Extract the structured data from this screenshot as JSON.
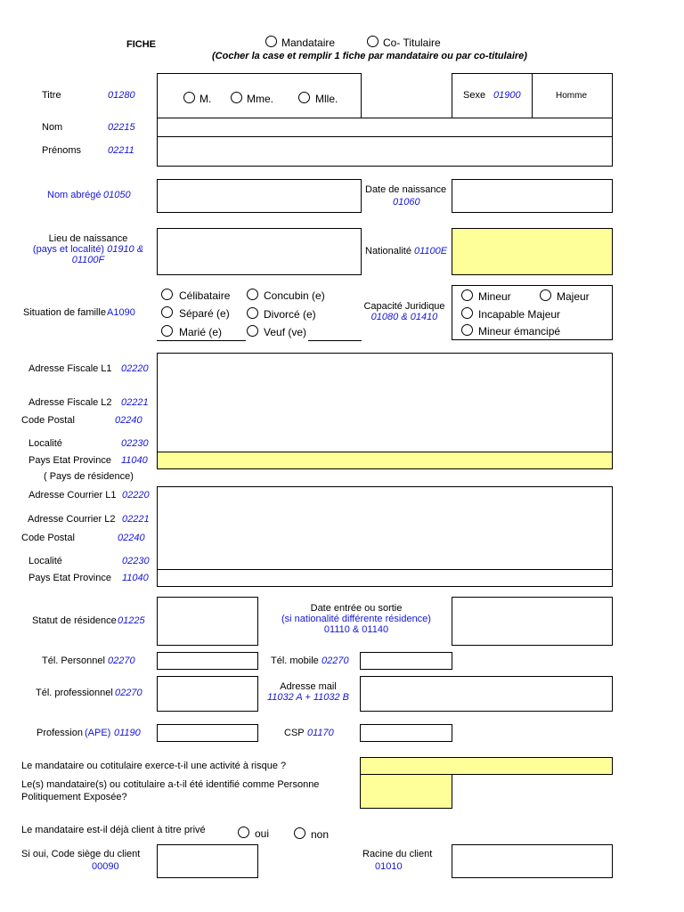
{
  "header": {
    "fiche": "FICHE",
    "opt_mandataire": "Mandataire",
    "opt_cotitulaire": "Co- Titulaire",
    "instruction": "(Cocher la case et remplir 1 fiche par mandataire ou par co-titulaire)"
  },
  "titre": {
    "label": "Titre",
    "code": "01280",
    "opt_m": "M.",
    "opt_mme": "Mme.",
    "opt_mlle": "Mlle."
  },
  "sexe": {
    "label": "Sexe",
    "code": "01900",
    "value": "Homme"
  },
  "nom": {
    "label": "Nom",
    "code": "02215"
  },
  "prenoms": {
    "label": "Prénoms",
    "code": "02211"
  },
  "nom_abrege": {
    "label": "Nom abrégé",
    "code": "01050"
  },
  "date_naissance": {
    "label": "Date de naissance",
    "code": "01060"
  },
  "lieu_naissance": {
    "label": "Lieu de naissance",
    "sub": "(pays et localité)",
    "code1": "01910 &",
    "code2": "01100F"
  },
  "nationalite": {
    "label": "Nationalité",
    "code": "01100E"
  },
  "situation": {
    "label": "Situation de famille",
    "code": "A1090",
    "opt_celibataire": "Célibataire",
    "opt_concubin": "Concubin (e)",
    "opt_separe": "Séparé (e)",
    "opt_divorce": "Divorcé (e)",
    "opt_marie": "Marié (e)",
    "opt_veuf": "Veuf (ve)"
  },
  "capacite": {
    "label": "Capacité Juridique",
    "code": "01080 & 01410",
    "opt_mineur": "Mineur",
    "opt_majeur": "Majeur",
    "opt_incapable": "Incapable Majeur",
    "opt_emancipe": "Mineur émancipé"
  },
  "adresse_fiscale": {
    "l1_label": "Adresse Fiscale L1",
    "l1_code": "02220",
    "l2_label": "Adresse Fiscale L2",
    "l2_code": "02221",
    "cp_label": "Code Postal",
    "cp_code": "02240",
    "loc_label": "Localité",
    "loc_code": "02230",
    "pays_label": "Pays Etat Province",
    "pays_code": "11040",
    "pays_sub": "( Pays de résidence)"
  },
  "adresse_courrier": {
    "l1_label": "Adresse Courrier L1",
    "l1_code": "02220",
    "l2_label": "Adresse Courrier L2",
    "l2_code": "02221",
    "cp_label": "Code Postal",
    "cp_code": "02240",
    "loc_label": "Localité",
    "loc_code": "02230",
    "pays_label": "Pays Etat Province",
    "pays_code": "11040"
  },
  "statut_residence": {
    "label": "Statut de résidence",
    "code": "01225"
  },
  "date_entree": {
    "label": "Date entrée ou sortie",
    "sub": "(si nationalité différente résidence)",
    "code": "01110 & 01140"
  },
  "tel_perso": {
    "label": "Tél. Personnel",
    "code": "02270"
  },
  "tel_mobile": {
    "label": "Tél. mobile",
    "code": "02270"
  },
  "tel_pro": {
    "label": "Tél. professionnel",
    "code": "02270"
  },
  "mail": {
    "label": "Adresse mail",
    "code": "11032 A + 11032 B"
  },
  "profession": {
    "label": "Profession",
    "sub": "(APE)",
    "code": "01190"
  },
  "csp": {
    "label": "CSP",
    "code": "01170"
  },
  "risque": {
    "question": "Le mandataire ou cotitulaire exerce-t-il une activité à risque ?"
  },
  "ppe": {
    "line1": "Le(s) mandataire(s) ou cotitulaire a-t-il été identifié comme Personne",
    "line2": "Politiquement Exposée?"
  },
  "client_prive": {
    "question": "Le mandataire est-il déjà client à titre privé",
    "opt_oui": "oui",
    "opt_non": "non"
  },
  "code_siege": {
    "label": "Si oui, Code siège du client",
    "code": "00090"
  },
  "racine": {
    "label": "Racine du client",
    "code": "01010"
  },
  "colors": {
    "highlight": "#ffff99",
    "code_blue": "#1515d8"
  }
}
